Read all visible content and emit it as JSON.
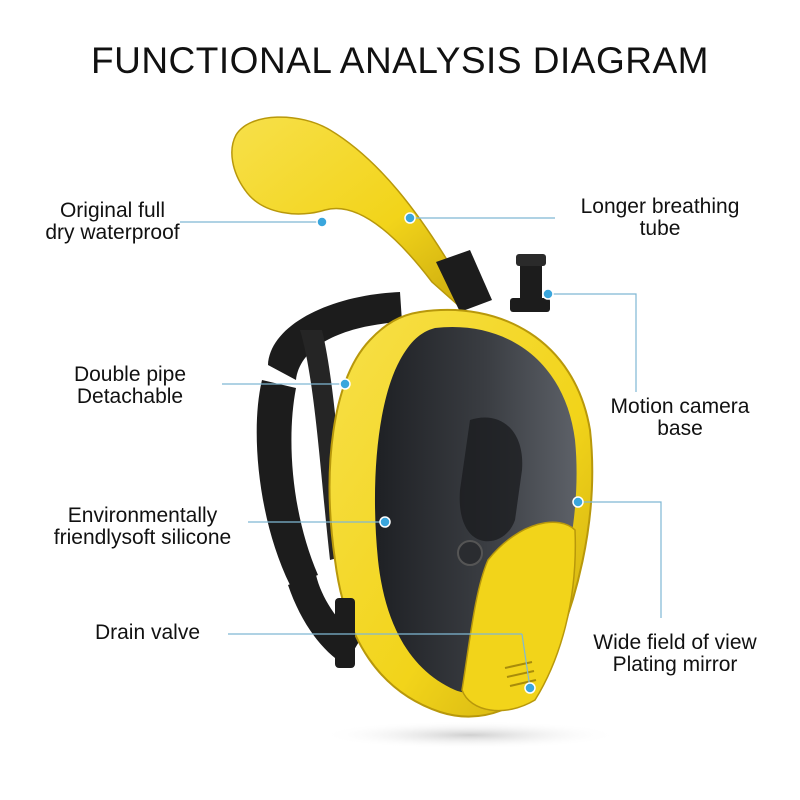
{
  "title": "FUNCTIONAL ANALYSIS DIAGRAM",
  "colors": {
    "mask_body": "#f2d41a",
    "mask_shadow": "#c9a80e",
    "strap": "#1c1c1c",
    "lens": "#2b2d30",
    "callout_line": "#7fb8d4",
    "callout_dot": "#3aa6dd"
  },
  "labels": {
    "original_full": [
      "Original full",
      "dry waterproof"
    ],
    "breathing_tube": [
      "Longer breathing",
      "tube"
    ],
    "double_pipe": [
      "Double pipe",
      "Detachable"
    ],
    "camera_base": [
      "Motion camera",
      "base"
    ],
    "silicone": [
      "Environmentally",
      "friendlysoft silicone"
    ],
    "drain_valve": [
      "Drain valve"
    ],
    "field_of_view": [
      "Wide field of view",
      "Plating mirror"
    ]
  }
}
